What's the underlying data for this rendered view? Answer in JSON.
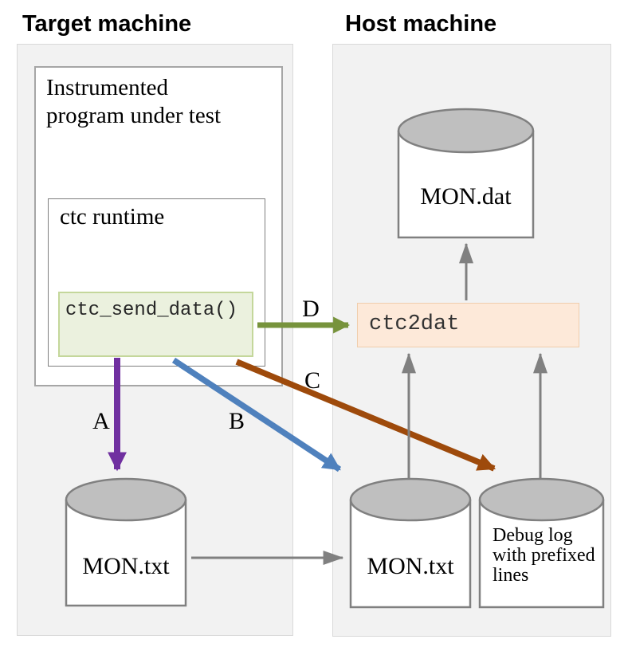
{
  "headings": {
    "target": "Target machine",
    "host": "Host machine"
  },
  "target_machine": {
    "instrumented_box_label": "Instrumented\nprogram under test",
    "ctc_runtime_label": "ctc runtime",
    "ctc_send_data_label": "ctc_send_data()",
    "mon_txt_label": "MON.txt"
  },
  "host_machine": {
    "mon_dat_label": "MON.dat",
    "ctc2dat_label": "ctc2dat",
    "mon_txt_label": "MON.txt",
    "debug_log_label": "Debug log\nwith prefixed\nlines"
  },
  "arrow_labels": {
    "a": "A",
    "b": "B",
    "c": "C",
    "d": "D"
  },
  "colors": {
    "arrow_a_purple": "#7030A0",
    "arrow_b_blue": "#4F81BD",
    "arrow_c_brown": "#9E4A0B",
    "arrow_d_green": "#77933C",
    "arrow_gray": "#808080",
    "panel_bg": "#F2F2F2",
    "panel_border": "#D9D9D9",
    "send_data_fill": "#EBF1DE",
    "send_data_border": "#C4D79B",
    "ctc2dat_fill": "#FDE9D9",
    "ctc2dat_border": "#F0CDAC",
    "cylinder_top_fill": "#BFBFBF",
    "cylinder_stroke": "#808080"
  }
}
